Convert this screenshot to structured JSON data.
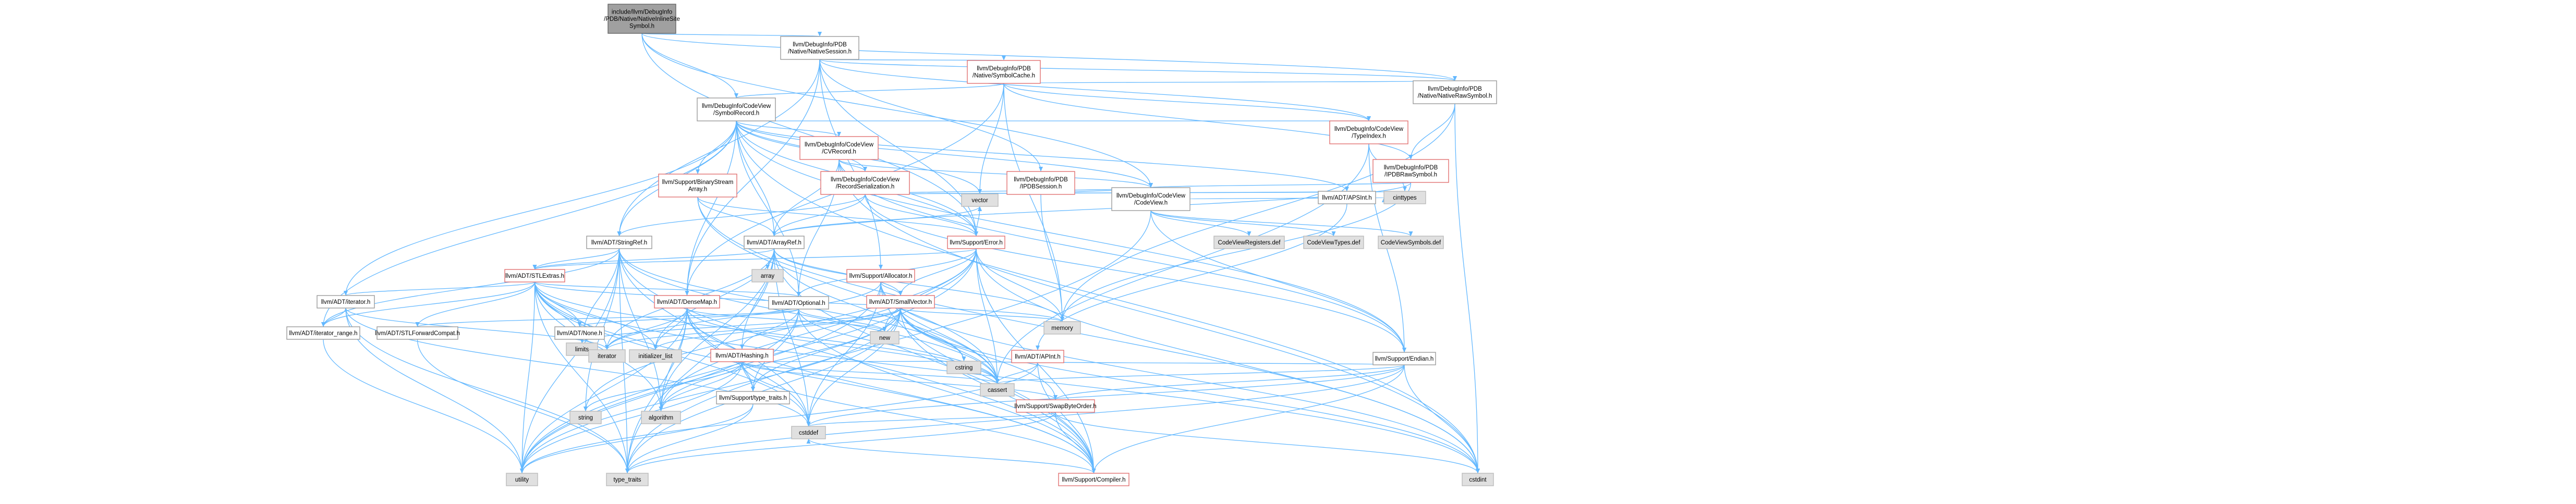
{
  "nodes": [
    {
      "id": "root",
      "kind": "root",
      "lines": [
        "include/llvm/DebugInfo",
        "/PDB/Native/NativeInlineSite",
        "Symbol.h"
      ]
    },
    {
      "id": "nativesession",
      "kind": "int",
      "lines": [
        "llvm/DebugInfo/PDB",
        "/Native/NativeSession.h"
      ]
    },
    {
      "id": "symbolcache",
      "kind": "red",
      "lines": [
        "llvm/DebugInfo/PDB",
        "/Native/SymbolCache.h"
      ]
    },
    {
      "id": "nativerawsymbol",
      "kind": "int",
      "lines": [
        "llvm/DebugInfo/PDB",
        "/Native/NativeRawSymbol.h"
      ]
    },
    {
      "id": "symbolrecord",
      "kind": "int",
      "lines": [
        "llvm/DebugInfo/CodeView",
        "/SymbolRecord.h"
      ]
    },
    {
      "id": "typeindex",
      "kind": "red",
      "lines": [
        "llvm/DebugInfo/CodeView",
        "/TypeIndex.h"
      ]
    },
    {
      "id": "ipdbrawsymbol",
      "kind": "red",
      "lines": [
        "llvm/DebugInfo/PDB",
        "/IPDBRawSymbol.h"
      ]
    },
    {
      "id": "cvrecord",
      "kind": "red",
      "lines": [
        "llvm/DebugInfo/CodeView",
        "/CVRecord.h"
      ]
    },
    {
      "id": "binarystreamarray",
      "kind": "red",
      "lines": [
        "llvm/Support/BinaryStream",
        "Array.h"
      ]
    },
    {
      "id": "recordserialization",
      "kind": "red",
      "lines": [
        "llvm/DebugInfo/CodeView",
        "/RecordSerialization.h"
      ]
    },
    {
      "id": "ipdbsession",
      "kind": "red",
      "lines": [
        "llvm/DebugInfo/PDB",
        "/IPDBSession.h"
      ]
    },
    {
      "id": "codeview",
      "kind": "int",
      "lines": [
        "llvm/DebugInfo/CodeView",
        "/CodeView.h"
      ]
    },
    {
      "id": "apsint",
      "kind": "int",
      "lines": [
        "llvm/ADT/APSInt.h"
      ]
    },
    {
      "id": "stringref",
      "kind": "int",
      "lines": [
        "llvm/ADT/StringRef.h"
      ]
    },
    {
      "id": "arrayref",
      "kind": "int",
      "lines": [
        "llvm/ADT/ArrayRef.h"
      ]
    },
    {
      "id": "error",
      "kind": "red",
      "lines": [
        "llvm/Support/Error.h"
      ]
    },
    {
      "id": "stlextras",
      "kind": "red",
      "lines": [
        "llvm/ADT/STLExtras.h"
      ]
    },
    {
      "id": "allocator",
      "kind": "red",
      "lines": [
        "llvm/Support/Allocator.h"
      ]
    },
    {
      "id": "optional",
      "kind": "int",
      "lines": [
        "llvm/ADT/Optional.h"
      ]
    },
    {
      "id": "densemap",
      "kind": "red",
      "lines": [
        "llvm/ADT/DenseMap.h"
      ]
    },
    {
      "id": "smallvector",
      "kind": "red",
      "lines": [
        "llvm/ADT/SmallVector.h"
      ]
    },
    {
      "id": "iterator",
      "kind": "int",
      "lines": [
        "llvm/ADT/iterator.h"
      ]
    },
    {
      "id": "iteratorrange",
      "kind": "int",
      "lines": [
        "llvm/ADT/iterator_range.h"
      ]
    },
    {
      "id": "none",
      "kind": "int",
      "lines": [
        "llvm/ADT/None.h"
      ]
    },
    {
      "id": "stlforwardcompat",
      "kind": "int",
      "lines": [
        "llvm/ADT/STLForwardCompat.h"
      ]
    },
    {
      "id": "hashing",
      "kind": "red",
      "lines": [
        "llvm/ADT/Hashing.h"
      ]
    },
    {
      "id": "typetraits",
      "kind": "int",
      "lines": [
        "llvm/Support/type_traits.h"
      ]
    },
    {
      "id": "apint",
      "kind": "red",
      "lines": [
        "llvm/ADT/APInt.h"
      ]
    },
    {
      "id": "swapbyteorder",
      "kind": "red",
      "lines": [
        "llvm/Support/SwapByteOrder.h"
      ]
    },
    {
      "id": "endian",
      "kind": "int",
      "lines": [
        "llvm/Support/Endian.h"
      ]
    },
    {
      "id": "compiler",
      "kind": "red",
      "lines": [
        "llvm/Support/Compiler.h"
      ]
    },
    {
      "id": "vector",
      "kind": "sys",
      "lines": [
        "vector"
      ]
    },
    {
      "id": "cvreg",
      "kind": "sys",
      "lines": [
        "CodeViewRegisters.def"
      ]
    },
    {
      "id": "cvtypes",
      "kind": "sys",
      "lines": [
        "CodeViewTypes.def"
      ]
    },
    {
      "id": "cvsymbols",
      "kind": "sys",
      "lines": [
        "CodeViewSymbols.def"
      ]
    },
    {
      "id": "cinttypes",
      "kind": "sys",
      "lines": [
        "cinttypes"
      ]
    },
    {
      "id": "array",
      "kind": "sys",
      "lines": [
        "array"
      ]
    },
    {
      "id": "memory",
      "kind": "sys",
      "lines": [
        "memory"
      ]
    },
    {
      "id": "new",
      "kind": "sys",
      "lines": [
        "new"
      ]
    },
    {
      "id": "limits",
      "kind": "sys",
      "lines": [
        "limits"
      ]
    },
    {
      "id": "iterator_sys",
      "kind": "sys",
      "lines": [
        "iterator"
      ]
    },
    {
      "id": "initlist",
      "kind": "sys",
      "lines": [
        "initializer_list"
      ]
    },
    {
      "id": "cstring",
      "kind": "sys",
      "lines": [
        "cstring"
      ]
    },
    {
      "id": "cassert",
      "kind": "sys",
      "lines": [
        "cassert"
      ]
    },
    {
      "id": "string",
      "kind": "sys",
      "lines": [
        "string"
      ]
    },
    {
      "id": "algorithm",
      "kind": "sys",
      "lines": [
        "algorithm"
      ]
    },
    {
      "id": "utility",
      "kind": "sys",
      "lines": [
        "utility"
      ]
    },
    {
      "id": "type_traits",
      "kind": "sys",
      "lines": [
        "type_traits"
      ]
    },
    {
      "id": "cstddef",
      "kind": "sys",
      "lines": [
        "cstddef"
      ]
    },
    {
      "id": "cstdint",
      "kind": "sys",
      "lines": [
        "cstdint"
      ]
    }
  ],
  "edges": [
    [
      "root",
      "nativesession"
    ],
    [
      "root",
      "nativerawsymbol"
    ],
    [
      "root",
      "symbolrecord"
    ],
    [
      "root",
      "codeview"
    ],
    [
      "root",
      "error"
    ],
    [
      "nativesession",
      "symbolcache"
    ],
    [
      "nativesession",
      "nativerawsymbol"
    ],
    [
      "nativesession",
      "ipdbsession"
    ],
    [
      "nativesession",
      "stringref"
    ],
    [
      "nativesession",
      "error"
    ],
    [
      "nativesession",
      "allocator"
    ],
    [
      "nativesession",
      "densemap"
    ],
    [
      "nativesession",
      "typeindex"
    ],
    [
      "symbolcache",
      "symbolrecord"
    ],
    [
      "symbolcache",
      "typeindex"
    ],
    [
      "symbolcache",
      "nativerawsymbol"
    ],
    [
      "symbolcache",
      "densemap"
    ],
    [
      "symbolcache",
      "vector"
    ],
    [
      "symbolcache",
      "memory"
    ],
    [
      "symbolcache",
      "ipdbrawsymbol"
    ],
    [
      "nativerawsymbol",
      "ipdbrawsymbol"
    ],
    [
      "nativerawsymbol",
      "cstdint"
    ],
    [
      "nativerawsymbol",
      "memory"
    ],
    [
      "symbolrecord",
      "typeindex"
    ],
    [
      "symbolrecord",
      "cvrecord"
    ],
    [
      "symbolrecord",
      "recordserialization"
    ],
    [
      "symbolrecord",
      "codeview"
    ],
    [
      "symbolrecord",
      "binarystreamarray"
    ],
    [
      "symbolrecord",
      "arrayref"
    ],
    [
      "symbolrecord",
      "optional"
    ],
    [
      "symbolrecord",
      "stringref"
    ],
    [
      "symbolrecord",
      "iterator"
    ],
    [
      "symbolrecord",
      "iteratorrange"
    ],
    [
      "symbolrecord",
      "endian"
    ],
    [
      "symbolrecord",
      "error"
    ],
    [
      "symbolrecord",
      "vector"
    ],
    [
      "symbolrecord",
      "cstdint"
    ],
    [
      "symbolrecord",
      "apsint"
    ],
    [
      "symbolrecord",
      "densemap"
    ],
    [
      "typeindex",
      "cinttypes"
    ],
    [
      "typeindex",
      "endian"
    ],
    [
      "typeindex",
      "cassert"
    ],
    [
      "ipdbrawsymbol",
      "codeview"
    ],
    [
      "ipdbrawsymbol",
      "memory"
    ],
    [
      "ipdbrawsymbol",
      "arrayref"
    ],
    [
      "cvrecord",
      "codeview"
    ],
    [
      "cvrecord",
      "recordserialization"
    ],
    [
      "cvrecord",
      "arrayref"
    ],
    [
      "cvrecord",
      "optional"
    ],
    [
      "cvrecord",
      "error"
    ],
    [
      "cvrecord",
      "endian"
    ],
    [
      "cvrecord",
      "cstdint"
    ],
    [
      "binarystreamarray",
      "arrayref"
    ],
    [
      "binarystreamarray",
      "error"
    ],
    [
      "binarystreamarray",
      "cassert"
    ],
    [
      "binarystreamarray",
      "cstdint"
    ],
    [
      "recordserialization",
      "codeview"
    ],
    [
      "recordserialization",
      "apsint"
    ],
    [
      "recordserialization",
      "arrayref"
    ],
    [
      "recordserialization",
      "stringref"
    ],
    [
      "recordserialization",
      "error"
    ],
    [
      "recordserialization",
      "endian"
    ],
    [
      "recordserialization",
      "cinttypes"
    ],
    [
      "ipdbsession",
      "codeview"
    ],
    [
      "ipdbsession",
      "memory"
    ],
    [
      "codeview",
      "cvreg"
    ],
    [
      "codeview",
      "cvtypes"
    ],
    [
      "codeview",
      "cvsymbols"
    ],
    [
      "codeview",
      "cinttypes"
    ],
    [
      "codeview",
      "type_traits"
    ],
    [
      "codeview",
      "endian"
    ],
    [
      "apsint",
      "apint"
    ],
    [
      "stringref",
      "stlextras"
    ],
    [
      "stringref",
      "iteratorrange"
    ],
    [
      "stringref",
      "compiler"
    ],
    [
      "stringref",
      "algorithm"
    ],
    [
      "stringref",
      "cassert"
    ],
    [
      "stringref",
      "cstddef"
    ],
    [
      "stringref",
      "cstring"
    ],
    [
      "stringref",
      "limits"
    ],
    [
      "stringref",
      "string"
    ],
    [
      "stringref",
      "type_traits"
    ],
    [
      "stringref",
      "utility"
    ],
    [
      "arrayref",
      "hashing"
    ],
    [
      "arrayref",
      "smallvector"
    ],
    [
      "arrayref",
      "stlextras"
    ],
    [
      "arrayref",
      "compiler"
    ],
    [
      "arrayref",
      "algorithm"
    ],
    [
      "arrayref",
      "array"
    ],
    [
      "arrayref",
      "cassert"
    ],
    [
      "arrayref",
      "cstddef"
    ],
    [
      "arrayref",
      "initlist"
    ],
    [
      "arrayref",
      "iterator_sys"
    ],
    [
      "arrayref",
      "memory"
    ],
    [
      "arrayref",
      "type_traits"
    ],
    [
      "arrayref",
      "vector"
    ],
    [
      "error",
      "stlextras"
    ],
    [
      "error",
      "smallvector"
    ],
    [
      "error",
      "compiler"
    ],
    [
      "error",
      "optional"
    ],
    [
      "error",
      "algorithm"
    ],
    [
      "error",
      "cassert"
    ],
    [
      "error",
      "cstdint"
    ],
    [
      "error",
      "memory"
    ],
    [
      "error",
      "new"
    ],
    [
      "error",
      "string"
    ],
    [
      "error",
      "utility"
    ],
    [
      "error",
      "vector"
    ],
    [
      "stlextras",
      "stlforwardcompat"
    ],
    [
      "stlextras",
      "iterator"
    ],
    [
      "stlextras",
      "iteratorrange"
    ],
    [
      "stlextras",
      "optional"
    ],
    [
      "stlextras",
      "compiler"
    ],
    [
      "stlextras",
      "algorithm"
    ],
    [
      "stlextras",
      "cassert"
    ],
    [
      "stlextras",
      "cstddef"
    ],
    [
      "stlextras",
      "cstdint"
    ],
    [
      "stlextras",
      "initlist"
    ],
    [
      "stlextras",
      "iterator_sys"
    ],
    [
      "stlextras",
      "limits"
    ],
    [
      "stlextras",
      "memory"
    ],
    [
      "stlextras",
      "type_traits"
    ],
    [
      "stlextras",
      "utility"
    ],
    [
      "stlextras",
      "none"
    ],
    [
      "allocator",
      "compiler"
    ],
    [
      "allocator",
      "cassert"
    ],
    [
      "allocator",
      "cstddef"
    ],
    [
      "allocator",
      "cstdint"
    ],
    [
      "allocator",
      "iterator_sys"
    ],
    [
      "allocator",
      "utility"
    ],
    [
      "allocator",
      "smallvector"
    ],
    [
      "optional",
      "none"
    ],
    [
      "optional",
      "stlforwardcompat"
    ],
    [
      "optional",
      "compiler"
    ],
    [
      "optional",
      "typetraits"
    ],
    [
      "optional",
      "cassert"
    ],
    [
      "optional",
      "new"
    ],
    [
      "optional",
      "utility"
    ],
    [
      "optional",
      "hashing"
    ],
    [
      "densemap",
      "compiler"
    ],
    [
      "densemap",
      "algorithm"
    ],
    [
      "densemap",
      "cassert"
    ],
    [
      "densemap",
      "cstddef"
    ],
    [
      "densemap",
      "initlist"
    ],
    [
      "densemap",
      "iterator_sys"
    ],
    [
      "densemap",
      "new"
    ],
    [
      "densemap",
      "type_traits"
    ],
    [
      "densemap",
      "utility"
    ],
    [
      "densemap",
      "typetraits"
    ],
    [
      "smallvector",
      "compiler"
    ],
    [
      "smallvector",
      "typetraits"
    ],
    [
      "smallvector",
      "algorithm"
    ],
    [
      "smallvector",
      "cassert"
    ],
    [
      "smallvector",
      "cstddef"
    ],
    [
      "smallvector",
      "cstdint"
    ],
    [
      "smallvector",
      "cstring"
    ],
    [
      "smallvector",
      "initlist"
    ],
    [
      "smallvector",
      "iterator_sys"
    ],
    [
      "smallvector",
      "limits"
    ],
    [
      "smallvector",
      "memory"
    ],
    [
      "smallvector",
      "new"
    ],
    [
      "smallvector",
      "type_traits"
    ],
    [
      "smallvector",
      "utility"
    ],
    [
      "smallvector",
      "swapbyteorder"
    ],
    [
      "iterator",
      "iteratorrange"
    ],
    [
      "iterator",
      "cstddef"
    ],
    [
      "iterator",
      "iterator_sys"
    ],
    [
      "iterator",
      "type_traits"
    ],
    [
      "iterator",
      "utility"
    ],
    [
      "iteratorrange",
      "utility"
    ],
    [
      "stlforwardcompat",
      "type_traits"
    ],
    [
      "hashing",
      "typetraits"
    ],
    [
      "hashing",
      "swapbyteorder"
    ],
    [
      "hashing",
      "algorithm"
    ],
    [
      "hashing",
      "cassert"
    ],
    [
      "hashing",
      "cstring"
    ],
    [
      "hashing",
      "string"
    ],
    [
      "hashing",
      "utility"
    ],
    [
      "hashing",
      "compiler"
    ],
    [
      "typetraits",
      "type_traits"
    ],
    [
      "typetraits",
      "utility"
    ],
    [
      "apint",
      "compiler"
    ],
    [
      "apint",
      "cassert"
    ],
    [
      "apint",
      "cstring"
    ],
    [
      "apint",
      "utility"
    ],
    [
      "swapbyteorder",
      "compiler"
    ],
    [
      "swapbyteorder",
      "cstddef"
    ],
    [
      "swapbyteorder",
      "cstdint"
    ],
    [
      "swapbyteorder",
      "type_traits"
    ],
    [
      "endian",
      "compiler"
    ],
    [
      "endian",
      "swapbyteorder"
    ],
    [
      "endian",
      "cassert"
    ],
    [
      "endian",
      "cstddef"
    ],
    [
      "endian",
      "cstdint"
    ],
    [
      "endian",
      "cstring"
    ],
    [
      "endian",
      "type_traits"
    ],
    [
      "compiler",
      "cstddef"
    ]
  ]
}
